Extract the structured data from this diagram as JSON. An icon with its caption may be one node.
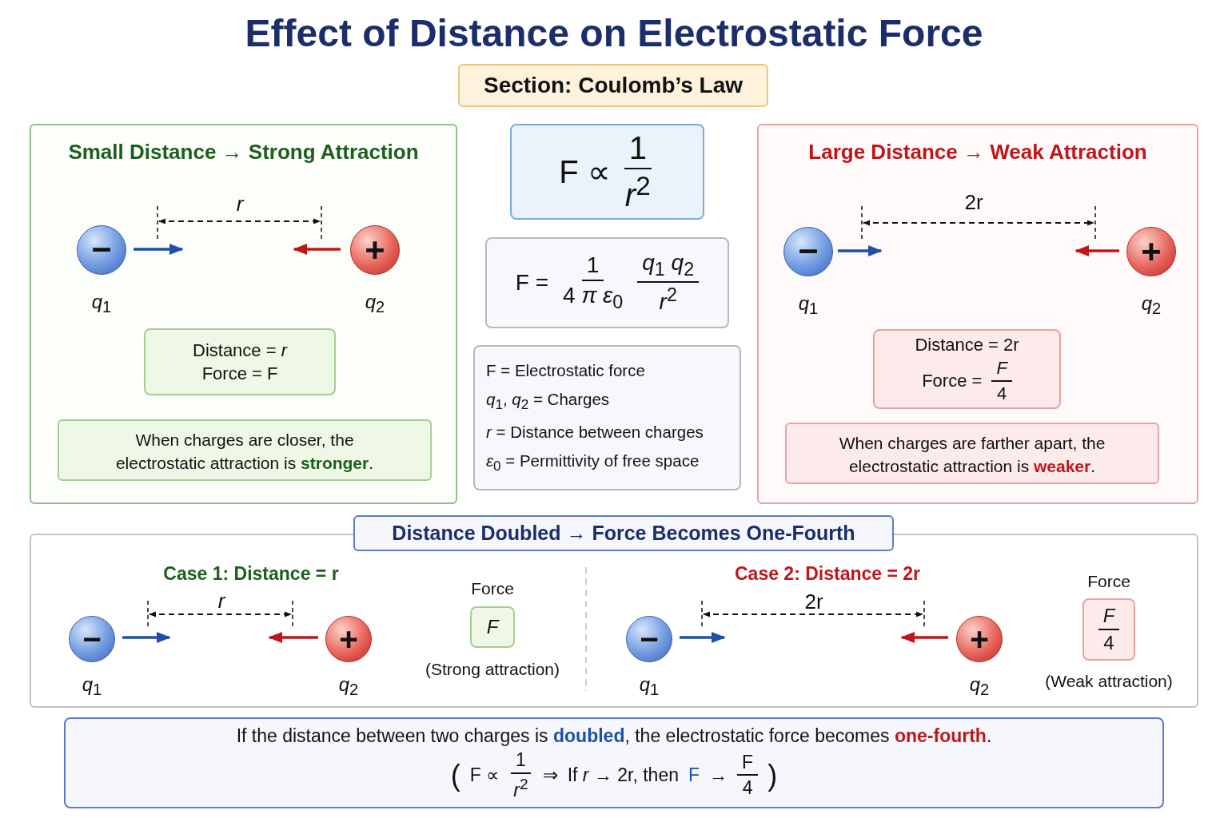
{
  "diagram": {
    "title": "Effect of Distance on Electrostatic Force",
    "nodes": [
      {
        "text": [
          "Small Distance → Strong Attraction"
        ]
      },
      {
        "text": [
          "−"
        ],
        "in": 0,
        "beside": [
          "*q*$_{1}$"
        ]
      },
      {
        "text": [
          "+"
        ],
        "in": 0,
        "beside": [
          "*q*$_{2}$"
        ]
      },
      {
        "text": [
          "Distance = *r*",
          "Force = F"
        ],
        "in": 0
      },
      {
        "text": [
          "When charges are closer, the electrostatic attraction is **stronger**."
        ],
        "in": 0
      },
      {
        "text": [
          "F ∝",
          "1",
          "*r*$^{2}$"
        ]
      },
      {
        "text": [
          "F =",
          "1",
          "4 *π ε*$_{0}$",
          "*q*$_{1}$ *q*$_{2}$",
          "*r*$^{2}$"
        ]
      },
      {
        "text": [
          "F = Electrostatic force",
          "*q*$_{1}$, *q*$_{2}$ = Charges",
          "*r* = Distance between charges",
          "*ε*$_{0}$ = Permittivity of free space"
        ]
      },
      {
        "text": [
          "Large Distance → Weak Attraction"
        ]
      },
      {
        "text": [
          "−"
        ],
        "in": 8,
        "beside": [
          "*q*$_{1}$"
        ]
      },
      {
        "text": [
          "+"
        ],
        "in": 8,
        "beside": [
          "*q*$_{2}$"
        ]
      },
      {
        "text": [
          "Distance = 2r",
          "Force =",
          "*F*",
          "4"
        ],
        "in": 8
      },
      {
        "text": [
          "When charges are farther apart, the electrostatic attraction is **weaker**."
        ],
        "in": 8
      },
      {
        "text": [
          "Distance Doubled → Force Becomes One-Fourth"
        ]
      },
      {
        "text": [
          "−"
        ],
        "in": 13,
        "beside": [
          "*q*$_{1}$"
        ]
      },
      {
        "text": [
          "+"
        ],
        "in": 13,
        "beside": [
          "*q*$_{2}$"
        ]
      },
      {
        "text": [
          "*F*"
        ],
        "in": 13,
        "beside": [
          "Force",
          "(Strong attraction)"
        ]
      },
      {
        "text": [
          "−"
        ],
        "in": 13,
        "beside": [
          "*q*$_{1}$"
        ]
      },
      {
        "text": [
          "+"
        ],
        "in": 13,
        "beside": [
          "*q*$_{2}$"
        ]
      },
      {
        "text": [
          "*F*",
          "4"
        ],
        "in": 13,
        "beside": [
          "Force",
          "(Weak attraction)"
        ]
      },
      {
        "text": [
          "If the distance between two charges is **doubled**, the electrostatic force becomes **one-fourth**.",
          "(",
          "F ∝",
          "1",
          "*r*$^{2}$",
          "⇒",
          "If *r* → 2r, then",
          "F",
          "→",
          "F",
          "4",
          ")"
        ]
      }
    ],
    "labels": [
      "Section: Coulomb’s Law",
      "*r*",
      "2r",
      "Case 1: Distance = r",
      "*r*",
      "Case 2: Distance = 2r",
      "2r"
    ]
  }
}
